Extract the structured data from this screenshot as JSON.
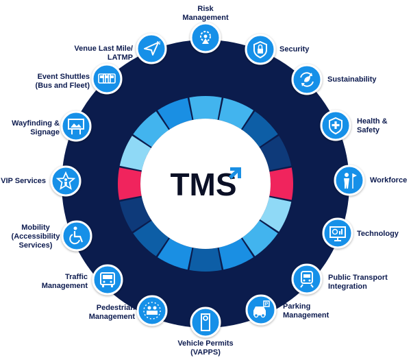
{
  "center_logo": {
    "text": "TMS",
    "accent_color": "#1a8fe3"
  },
  "colors": {
    "ring_dark": "#0b1c4d",
    "node_blue": "#1890e8",
    "node_border": "#ffffff",
    "segment_light": "#8fd9f6",
    "segment_mid": "#42b4ee",
    "segment_blue": "#1a8fe3",
    "segment_deep": "#0d5ea6",
    "segment_navy": "#0e3a7a",
    "segment_pink": "#f0245d",
    "label_text": "#0d1b4f"
  },
  "ring_segments": [
    "mid",
    "mid",
    "deep",
    "navy",
    "pink",
    "light",
    "mid",
    "blue",
    "deep",
    "blue",
    "deep",
    "navy",
    "pink",
    "light",
    "mid",
    "blue"
  ],
  "services": [
    {
      "id": "risk",
      "lines": [
        "Risk",
        "Management"
      ],
      "icon": "shield-gear-icon"
    },
    {
      "id": "security",
      "lines": [
        "Security"
      ],
      "icon": "lock-shield-icon"
    },
    {
      "id": "sustainability",
      "lines": [
        "Sustainability"
      ],
      "icon": "recycle-leaf-icon"
    },
    {
      "id": "health",
      "lines": [
        "Health &",
        "Safety"
      ],
      "icon": "medical-shield-icon"
    },
    {
      "id": "workforce",
      "lines": [
        "Workforce"
      ],
      "icon": "person-flag-icon"
    },
    {
      "id": "technology",
      "lines": [
        "Technology"
      ],
      "icon": "monitor-chart-icon"
    },
    {
      "id": "public-transport",
      "lines": [
        "Public Transport",
        "Integration"
      ],
      "icon": "train-icon"
    },
    {
      "id": "parking",
      "lines": [
        "Parking",
        "Management"
      ],
      "icon": "car-parking-icon"
    },
    {
      "id": "vehicle-permits",
      "lines": [
        "Vehicle Permits",
        "(VAPPS)"
      ],
      "icon": "door-hanger-icon"
    },
    {
      "id": "pedestrian",
      "lines": [
        "Pedestrian",
        "Management"
      ],
      "icon": "crowd-icon"
    },
    {
      "id": "traffic",
      "lines": [
        "Traffic",
        "Management"
      ],
      "icon": "bus-icon"
    },
    {
      "id": "mobility",
      "lines": [
        "Mobility",
        "(Accessibility",
        "Services)"
      ],
      "icon": "wheelchair-icon"
    },
    {
      "id": "vip",
      "lines": [
        "VIP Services"
      ],
      "icon": "star-person-icon"
    },
    {
      "id": "wayfinding",
      "lines": [
        "Wayfinding &",
        "Signage"
      ],
      "icon": "billboard-icon"
    },
    {
      "id": "shuttles",
      "lines": [
        "Event Shuttles",
        "(Bus and Fleet)"
      ],
      "icon": "shuttle-fleet-icon"
    },
    {
      "id": "last-mile",
      "lines": [
        "Venue Last Mile/",
        "LATMP"
      ],
      "icon": "navigation-arrow-icon"
    }
  ]
}
